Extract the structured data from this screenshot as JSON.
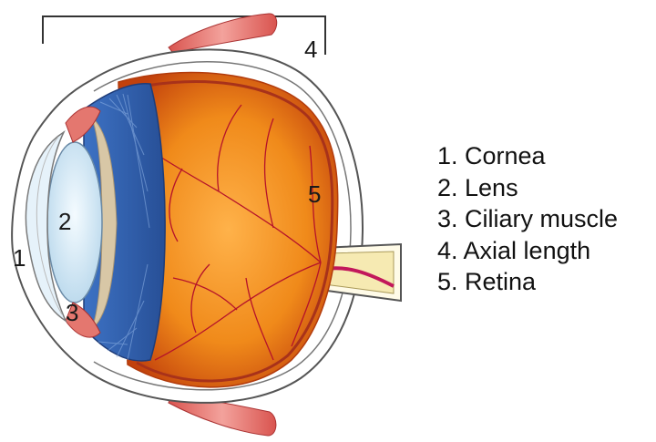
{
  "labels": {
    "cornea": "1",
    "lens": "2",
    "ciliary_muscle": "3",
    "axial_length": "4",
    "retina": "5"
  },
  "legend": [
    "1. Cornea",
    "2. Lens",
    "3. Ciliary muscle",
    "4. Axial length",
    "5. Retina"
  ],
  "colors": {
    "sclera": "#ffffff",
    "outline": "#555555",
    "vitreous": "#f08a1a",
    "vitreous_dark": "#c2410c",
    "iris_blue": "#2f5fb0",
    "lens": "#d8ecf7",
    "muscle_pink": "#e4776f",
    "vessel": "#b5122a",
    "ciliary_beige": "#d8c7a6"
  }
}
